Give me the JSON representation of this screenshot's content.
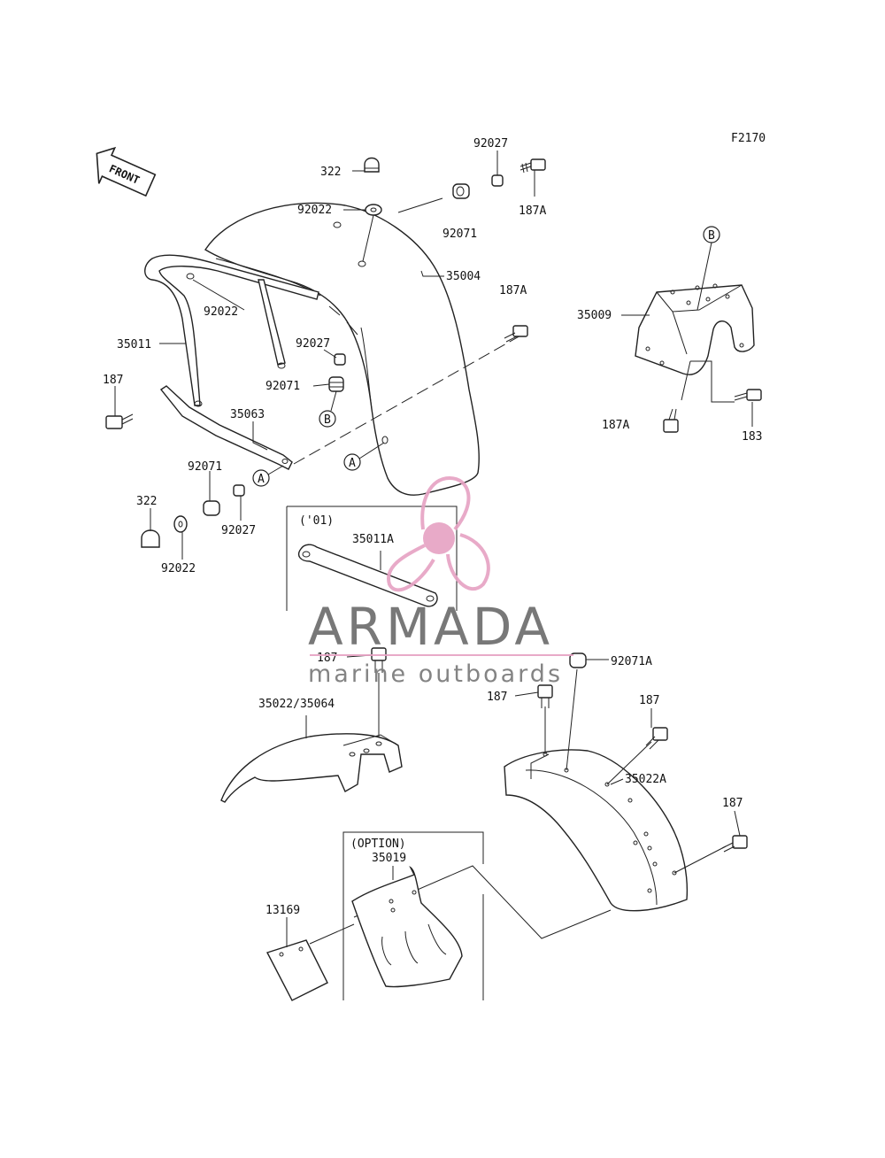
{
  "figure_code": "F2170",
  "front_indicator": "FRONT",
  "watermark": {
    "brand": "ARMADA",
    "tagline": "marine outboards",
    "accent_color": "#e7a3c4",
    "line_color": "#e7a3c4"
  },
  "group_labels": {
    "year_01": "('01)",
    "option": "(OPTION)"
  },
  "ref_markers": {
    "a": "A",
    "b": "B"
  },
  "parts": {
    "p322_top": "322",
    "p92027_top": "92027",
    "p187A_top": "187A",
    "p92022_top": "92022",
    "p92071_top": "92071",
    "p35004": "35004",
    "p187A_mid": "187A",
    "p92022_left": "92022",
    "p35011": "35011",
    "p92027_mid": "92027",
    "p92071_mid": "92071",
    "p187_left": "187",
    "p35063": "35063",
    "p92071_low": "92071",
    "p322_low": "322",
    "p92027_low": "92027",
    "p92022_low": "92022",
    "p35009": "35009",
    "p187A_right": "187A",
    "p183": "183",
    "p35011A": "35011A",
    "p187_center": "187",
    "p92071A": "92071A",
    "p187_right1": "187",
    "p187_right2": "187",
    "p35022_35064": "35022/35064",
    "p35022A": "35022A",
    "p187_right3": "187",
    "p35019": "35019",
    "p13169": "13169"
  }
}
